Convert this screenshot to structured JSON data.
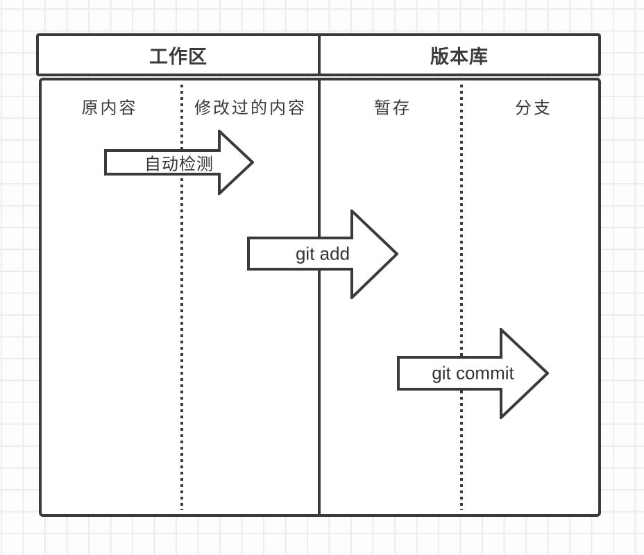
{
  "diagram": {
    "sections": [
      {
        "title": "工作区",
        "columns": [
          {
            "label": "原内容"
          },
          {
            "label": "修改过的内容"
          }
        ]
      },
      {
        "title": "版本库",
        "columns": [
          {
            "label": "暂存"
          },
          {
            "label": "分支"
          }
        ]
      }
    ],
    "arrows": [
      {
        "label": "自动检测"
      },
      {
        "label": "git add"
      },
      {
        "label": "git commit"
      }
    ],
    "colors": {
      "stroke": "#3a3a3a",
      "fill": "#ffffff",
      "grid": "#ececec",
      "background": "#fdfdfd",
      "text": "#3a3a3a"
    }
  }
}
